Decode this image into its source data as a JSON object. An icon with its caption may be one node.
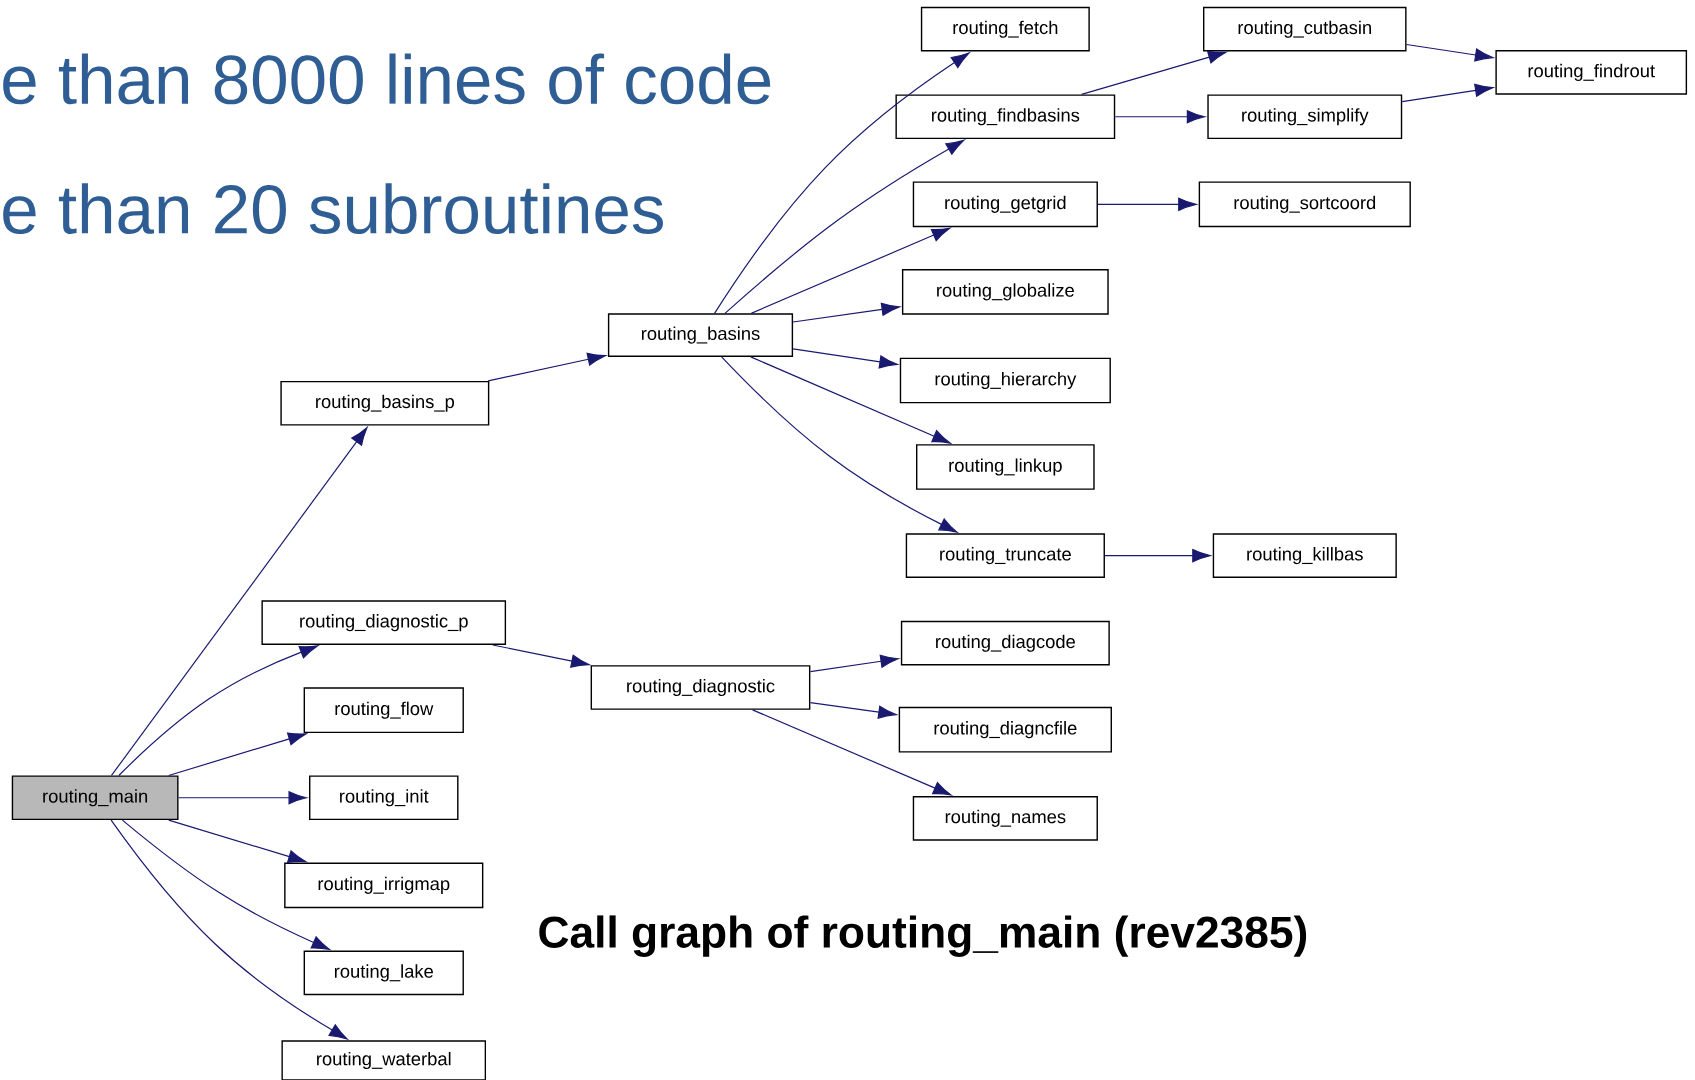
{
  "diagram": {
    "caption": "Call graph of routing_main (rev2385)",
    "nodes": [
      {
        "text": [
          "routing_main"
        ]
      },
      {
        "text": [
          "routing_basins_p"
        ]
      },
      {
        "text": [
          "routing_basins"
        ]
      },
      {
        "text": [
          "routing_fetch"
        ]
      },
      {
        "text": [
          "routing_findbasins"
        ]
      },
      {
        "text": [
          "routing_cutbasin"
        ]
      },
      {
        "text": [
          "routing_simplify"
        ]
      },
      {
        "text": [
          "routing_findrout"
        ]
      },
      {
        "text": [
          "routing_getgrid"
        ]
      },
      {
        "text": [
          "routing_sortcoord"
        ]
      },
      {
        "text": [
          "routing_globalize"
        ]
      },
      {
        "text": [
          "routing_hierarchy"
        ]
      },
      {
        "text": [
          "routing_linkup"
        ]
      },
      {
        "text": [
          "routing_truncate"
        ]
      },
      {
        "text": [
          "routing_killbas"
        ]
      },
      {
        "text": [
          "routing_diagnostic_p"
        ]
      },
      {
        "text": [
          "routing_diagnostic"
        ]
      },
      {
        "text": [
          "routing_diagcode"
        ]
      },
      {
        "text": [
          "routing_diagncfile"
        ]
      },
      {
        "text": [
          "routing_names"
        ]
      },
      {
        "text": [
          "routing_flow"
        ]
      },
      {
        "text": [
          "routing_init"
        ]
      },
      {
        "text": [
          "routing_irrigmap"
        ]
      },
      {
        "text": [
          "routing_lake"
        ]
      },
      {
        "text": [
          "routing_waterbal"
        ]
      }
    ],
    "edges": [
      {
        "from": 0,
        "to": 1,
        "arrow": "to"
      },
      {
        "from": 0,
        "to": 15,
        "arrow": "to"
      },
      {
        "from": 0,
        "to": 20,
        "arrow": "to"
      },
      {
        "from": 0,
        "to": 21,
        "arrow": "to"
      },
      {
        "from": 0,
        "to": 22,
        "arrow": "to"
      },
      {
        "from": 0,
        "to": 23,
        "arrow": "to"
      },
      {
        "from": 0,
        "to": 24,
        "arrow": "to"
      },
      {
        "from": 1,
        "to": 2,
        "arrow": "to"
      },
      {
        "from": 2,
        "to": 3,
        "arrow": "to"
      },
      {
        "from": 2,
        "to": 4,
        "arrow": "to"
      },
      {
        "from": 2,
        "to": 8,
        "arrow": "to"
      },
      {
        "from": 2,
        "to": 10,
        "arrow": "to"
      },
      {
        "from": 2,
        "to": 11,
        "arrow": "to"
      },
      {
        "from": 2,
        "to": 12,
        "arrow": "to"
      },
      {
        "from": 2,
        "to": 13,
        "arrow": "to"
      },
      {
        "from": 4,
        "to": 5,
        "arrow": "to"
      },
      {
        "from": 4,
        "to": 6,
        "arrow": "to"
      },
      {
        "from": 5,
        "to": 7,
        "arrow": "to"
      },
      {
        "from": 6,
        "to": 7,
        "arrow": "to"
      },
      {
        "from": 8,
        "to": 9,
        "arrow": "to"
      },
      {
        "from": 13,
        "to": 14,
        "arrow": "to"
      },
      {
        "from": 15,
        "to": 16,
        "arrow": "to"
      },
      {
        "from": 16,
        "to": 17,
        "arrow": "to"
      },
      {
        "from": 16,
        "to": 18,
        "arrow": "to"
      },
      {
        "from": 16,
        "to": 19,
        "arrow": "to"
      }
    ],
    "labels": [
      "e than 8000 lines of code",
      "e than 20 subroutines"
    ]
  }
}
